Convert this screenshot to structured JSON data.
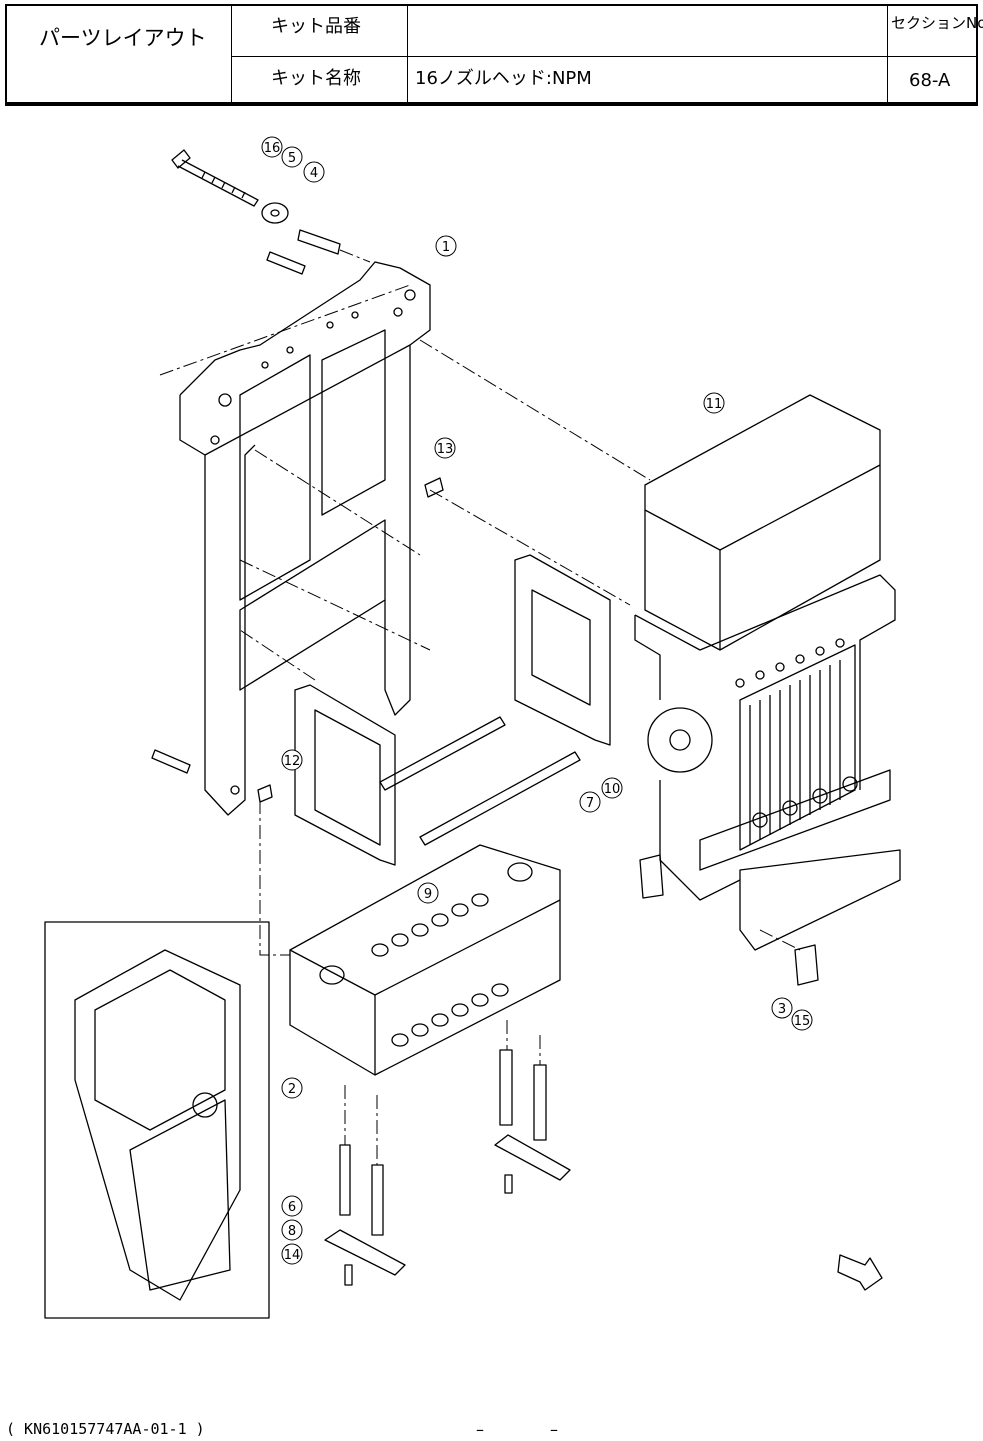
{
  "header": {
    "title": "パーツレイアウト",
    "kit_number_label": "キット品番",
    "kit_number_value": "",
    "kit_name_label": "キット名称",
    "kit_name_value": "16ノズルヘッド:NPM",
    "section_label": "セクションNo.",
    "section_value": "68-A"
  },
  "callouts": [
    "16",
    "5",
    "4",
    "1",
    "11",
    "13",
    "12",
    "9",
    "7",
    "10",
    "2",
    "3",
    "15",
    "6",
    "8",
    "14"
  ],
  "footer": {
    "doc_id": "( KN610157747AA-01-1 )",
    "dash_left": "–",
    "dash_right": "–"
  }
}
